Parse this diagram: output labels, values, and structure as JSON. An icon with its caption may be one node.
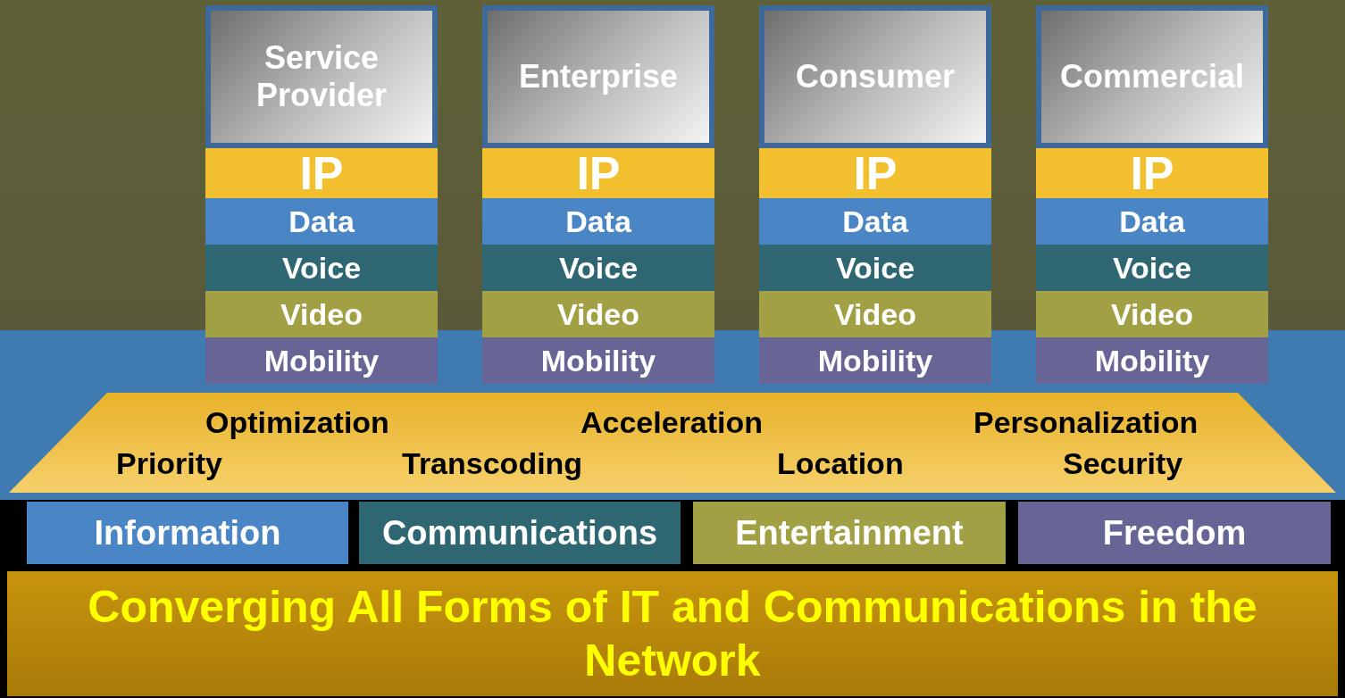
{
  "diagram": {
    "nodes": [
      {
        "text": [
          "Service Provider"
        ]
      },
      {
        "text": [
          "IP"
        ]
      },
      {
        "text": [
          "Data"
        ]
      },
      {
        "text": [
          "Voice"
        ]
      },
      {
        "text": [
          "Video"
        ]
      },
      {
        "text": [
          "Mobility"
        ]
      },
      {
        "text": [
          "Enterprise"
        ]
      },
      {
        "text": [
          "IP"
        ]
      },
      {
        "text": [
          "Data"
        ]
      },
      {
        "text": [
          "Voice"
        ]
      },
      {
        "text": [
          "Video"
        ]
      },
      {
        "text": [
          "Mobility"
        ]
      },
      {
        "text": [
          "Consumer"
        ]
      },
      {
        "text": [
          "IP"
        ]
      },
      {
        "text": [
          "Data"
        ]
      },
      {
        "text": [
          "Voice"
        ]
      },
      {
        "text": [
          "Video"
        ]
      },
      {
        "text": [
          "Mobility"
        ]
      },
      {
        "text": [
          "Commercial"
        ]
      },
      {
        "text": [
          "IP"
        ]
      },
      {
        "text": [
          "Data"
        ]
      },
      {
        "text": [
          "Voice"
        ]
      },
      {
        "text": [
          "Video"
        ]
      },
      {
        "text": [
          "Mobility"
        ]
      },
      {
        "text": [
          "Optimization",
          "Acceleration",
          "Personalization",
          "Priority",
          "Transcoding",
          "Location",
          "Security"
        ]
      },
      {
        "text": [
          "Information"
        ]
      },
      {
        "text": [
          "Communications"
        ]
      },
      {
        "text": [
          "Entertainment"
        ]
      },
      {
        "text": [
          "Freedom"
        ]
      },
      {
        "text": [
          "Converging All Forms of IT and Communications in the Network"
        ]
      }
    ]
  }
}
